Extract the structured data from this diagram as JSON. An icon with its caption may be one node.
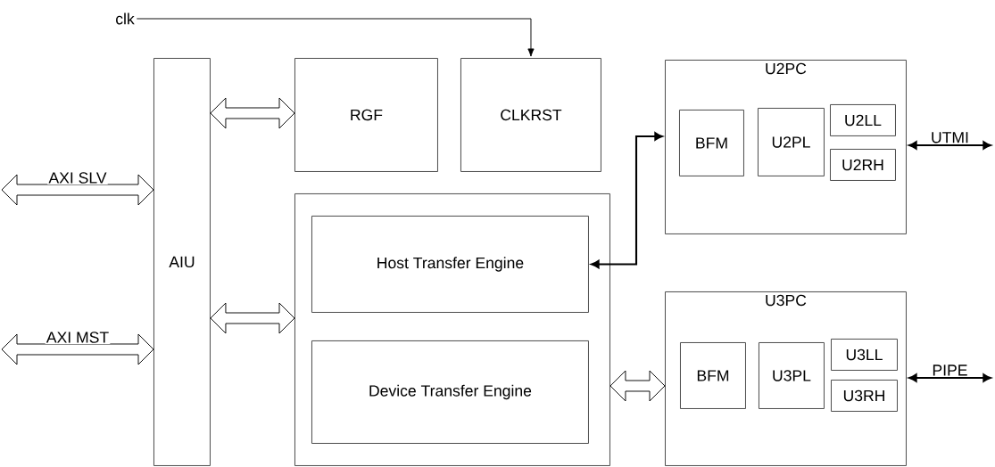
{
  "diagram": {
    "nodes": [
      {
        "text": [
          "clk"
        ]
      },
      {
        "text": [
          "AIU"
        ]
      },
      {
        "text": [
          "RGF"
        ]
      },
      {
        "text": [
          "CLKRST"
        ]
      },
      {
        "text": [],
        "shape": "box"
      },
      {
        "text": [
          "Host Transfer Engine"
        ],
        "in": 4
      },
      {
        "text": [
          "Device Transfer Engine"
        ],
        "in": 4
      },
      {
        "text": [
          "U2PC"
        ]
      },
      {
        "text": [
          "BFM"
        ],
        "in": 7
      },
      {
        "text": [
          "U2PL"
        ],
        "in": 7
      },
      {
        "text": [
          "U2LL"
        ],
        "in": 7
      },
      {
        "text": [
          "U2RH"
        ],
        "in": 7
      },
      {
        "text": [
          "U3PC"
        ]
      },
      {
        "text": [
          "BFM"
        ],
        "in": 12
      },
      {
        "text": [
          "U3PL"
        ],
        "in": 12
      },
      {
        "text": [
          "U3LL"
        ],
        "in": 12
      },
      {
        "text": [
          "U3RH"
        ],
        "in": 12
      }
    ],
    "edges": [
      {
        "from": 0,
        "to": 3,
        "arrow": "to"
      },
      {
        "from": null,
        "to": 1,
        "arrow": "both",
        "label": "AXI SLV",
        "style": "thick"
      },
      {
        "from": null,
        "to": 1,
        "arrow": "both",
        "label": "AXI MST",
        "style": "thick"
      },
      {
        "from": 1,
        "to": 2,
        "arrow": "both",
        "style": "thick"
      },
      {
        "from": 1,
        "to": 4,
        "arrow": "both",
        "style": "thick"
      },
      {
        "from": 5,
        "to": 7,
        "arrow": "both"
      },
      {
        "from": 4,
        "to": 12,
        "arrow": "both",
        "style": "thick"
      },
      {
        "from": 7,
        "to": null,
        "arrow": "both",
        "label": "UTMI"
      },
      {
        "from": 12,
        "to": null,
        "arrow": "both",
        "label": "PIPE"
      }
    ]
  }
}
